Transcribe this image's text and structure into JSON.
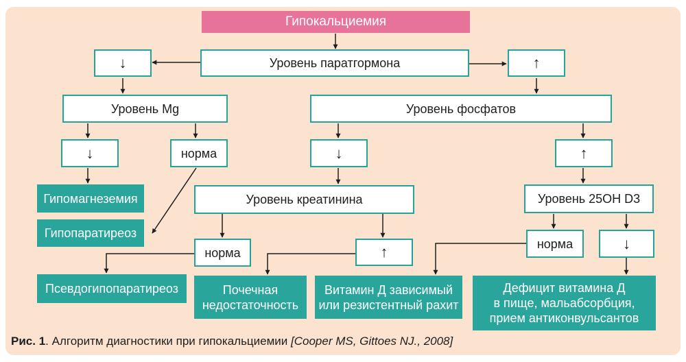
{
  "nodes": {
    "root": "Гипокальциемия",
    "pth_level": "Уровень паратгормона",
    "pth_low": "↓",
    "pth_high": "↑",
    "mg_level": "Уровень Mg",
    "phosphate_level": "Уровень фосфатов",
    "mg_low": "↓",
    "mg_normal": "норма",
    "phos_low": "↓",
    "phos_high": "↑",
    "hypomagnesemia": "Гипомагнеземия",
    "hypoparathyroidism": "Гипопаратиреоз",
    "creatinine_level": "Уровень креатинина",
    "vitd_level": "Уровень 25OH D3",
    "creat_normal": "норма",
    "creat_high": "↑",
    "vitd_normal": "норма",
    "vitd_low": "↓",
    "pseudohypoparathyroidism": "Псевдогипопаратиреоз",
    "renal_failure": [
      "Почечная",
      "недостаточность"
    ],
    "vitd_rickets": [
      "Витамин Д зависимый",
      "или резистентный рахит"
    ],
    "vitd_deficiency": [
      "Дефицит витамина Д",
      "в пище, мальабсорбция,",
      "прием антиконвульсантов"
    ]
  },
  "caption": {
    "label": "Рис. 1",
    "text": ". Алгоритм диагностики при гипокальциемии ",
    "source": "[Cooper MS, Gittoes NJ., 2008]"
  },
  "colors": {
    "panel": "#fbe3cf",
    "teal": "#29a59c",
    "border": "#24a39b",
    "pink": "#e8739a",
    "line": "#1e1e1e"
  }
}
